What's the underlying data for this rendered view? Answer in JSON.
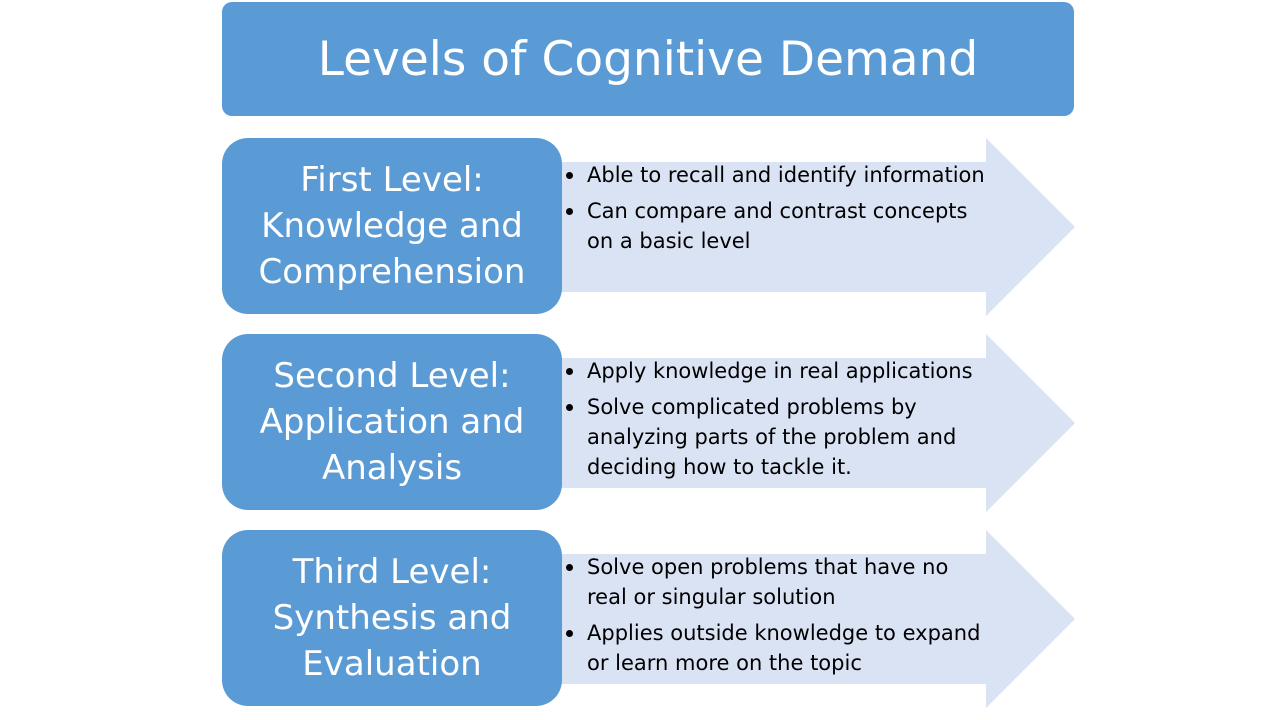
{
  "title": "Levels of Cognitive Demand",
  "colors": {
    "box_fill": "#5b9bd5",
    "arrow_fill": "#dae3f3",
    "box_text": "#ffffff",
    "bullet_text": "#000000"
  },
  "levels": [
    {
      "label": "First Level: Knowledge and Comprehension",
      "bullets": [
        "Able to recall and identify information",
        "Can compare and contrast concepts on a basic level"
      ]
    },
    {
      "label": "Second Level: Application and Analysis",
      "bullets": [
        "Apply knowledge in real applications",
        "Solve complicated problems by analyzing parts of the problem and deciding how to tackle it."
      ]
    },
    {
      "label": "Third Level: Synthesis and Evaluation",
      "bullets": [
        "Solve open problems that have no real or singular solution",
        "Applies outside knowledge to expand or learn more on the topic"
      ]
    }
  ]
}
